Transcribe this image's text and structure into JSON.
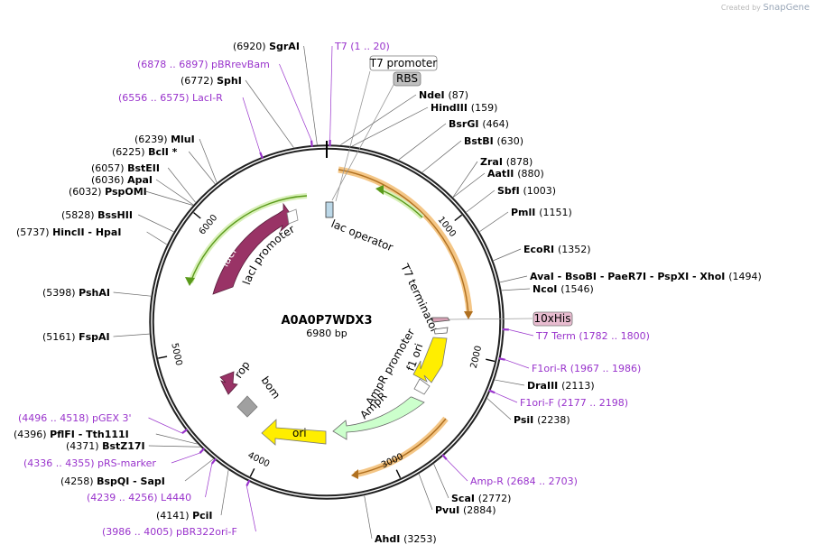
{
  "branding": {
    "created_by": "Created by",
    "app": "SnapGene"
  },
  "plasmid": {
    "name": "A0A0P7WDX3",
    "size": "6980 bp",
    "length": 6980
  },
  "colors": {
    "primer": "#9933cc",
    "backbone": "#222222",
    "cds": "#993366",
    "promoter": "#66aa22",
    "ori": "#ffee00",
    "ampr": "#ccffcc",
    "arc": "#ffa640",
    "misc": "#a0a0a0"
  },
  "ticks": [
    "1000",
    "2000",
    "3000",
    "4000",
    "5000",
    "6000"
  ],
  "enzymes": [
    {
      "bp": 6920,
      "name": "SgrAI",
      "pos": "(6920)"
    },
    {
      "bp": 6772,
      "name": "SphI",
      "pos": "(6772)"
    },
    {
      "bp": 6239,
      "name": "MluI",
      "pos": "(6239)"
    },
    {
      "bp": 6225,
      "name": "BclI *",
      "pos": "(6225)"
    },
    {
      "bp": 6057,
      "name": "BstEII",
      "pos": "(6057)"
    },
    {
      "bp": 6036,
      "name": "ApaI",
      "pos": "(6036)"
    },
    {
      "bp": 6032,
      "name": "PspOMI",
      "pos": "(6032)"
    },
    {
      "bp": 5828,
      "name": "BssHII",
      "pos": "(5828)"
    },
    {
      "bp": 5737,
      "name": "HincII  -  HpaI",
      "pos": "(5737)"
    },
    {
      "bp": 5398,
      "name": "PshAI",
      "pos": "(5398)"
    },
    {
      "bp": 5161,
      "name": "FspAI",
      "pos": "(5161)"
    },
    {
      "bp": 4396,
      "name": "PflFI  -  Tth111I",
      "pos": "(4396)"
    },
    {
      "bp": 4371,
      "name": "BstZ17I",
      "pos": "(4371)"
    },
    {
      "bp": 4258,
      "name": "BspQI  -  SapI",
      "pos": "(4258)"
    },
    {
      "bp": 4141,
      "name": "PciI",
      "pos": "(4141)"
    },
    {
      "bp": 87,
      "name": "NdeI",
      "pos": "(87)"
    },
    {
      "bp": 159,
      "name": "HindIII",
      "pos": "(159)"
    },
    {
      "bp": 464,
      "name": "BsrGI",
      "pos": "(464)"
    },
    {
      "bp": 630,
      "name": "BstBI",
      "pos": "(630)"
    },
    {
      "bp": 878,
      "name": "ZraI",
      "pos": "(878)"
    },
    {
      "bp": 880,
      "name": "AatII",
      "pos": "(880)"
    },
    {
      "bp": 1003,
      "name": "SbfI",
      "pos": "(1003)"
    },
    {
      "bp": 1151,
      "name": "PmlI",
      "pos": "(1151)"
    },
    {
      "bp": 1352,
      "name": "EcoRI",
      "pos": "(1352)"
    },
    {
      "bp": 1494,
      "name": "AvaI  -  BsoBI  -  PaeR7I  -  PspXI  -  XhoI",
      "pos": "(1494)"
    },
    {
      "bp": 1546,
      "name": "NcoI",
      "pos": "(1546)"
    },
    {
      "bp": 2113,
      "name": "DraIII",
      "pos": "(2113)"
    },
    {
      "bp": 2238,
      "name": "PsiI",
      "pos": "(2238)"
    },
    {
      "bp": 2772,
      "name": "ScaI",
      "pos": "(2772)"
    },
    {
      "bp": 2884,
      "name": "PvuI",
      "pos": "(2884)"
    },
    {
      "bp": 3253,
      "name": "AhdI",
      "pos": "(3253)"
    }
  ],
  "primers": [
    {
      "bp": 20,
      "name": "T7",
      "range": "(1 .. 20)"
    },
    {
      "bp": 6887,
      "name": "pBRrevBam",
      "range": "(6878 .. 6897)"
    },
    {
      "bp": 6565,
      "name": "LacI-R",
      "range": "(6556 .. 6575)"
    },
    {
      "bp": 1791,
      "name": "T7 Term",
      "range": "(1782 .. 1800)"
    },
    {
      "bp": 1976,
      "name": "F1ori-R",
      "range": "(1967 .. 1986)"
    },
    {
      "bp": 2187,
      "name": "F1ori-F",
      "range": "(2177 .. 2198)"
    },
    {
      "bp": 2693,
      "name": "Amp-R",
      "range": "(2684 .. 2703)"
    },
    {
      "bp": 4507,
      "name": "pGEX 3'",
      "range": "(4496 .. 4518)"
    },
    {
      "bp": 4345,
      "name": "pRS-marker",
      "range": "(4336 .. 4355)"
    },
    {
      "bp": 4247,
      "name": "L4440",
      "range": "(4239 .. 4256)"
    },
    {
      "bp": 3995,
      "name": "pBR322ori-F",
      "range": "(3986 .. 4005)"
    }
  ],
  "boxed_features": [
    {
      "name": "T7 promoter"
    },
    {
      "name": "RBS"
    },
    {
      "name": "10xHis"
    }
  ],
  "features": {
    "lac_operator": "lac operator",
    "lacI": "lacI",
    "lacI_promoter": "lacI promoter",
    "t7_terminator": "T7 terminator",
    "f1_ori": "f1 ori",
    "ampr_promoter": "AmpR promoter",
    "ampr": "AmpR",
    "ori": "ori",
    "rop": "rop",
    "bom": "bom"
  }
}
